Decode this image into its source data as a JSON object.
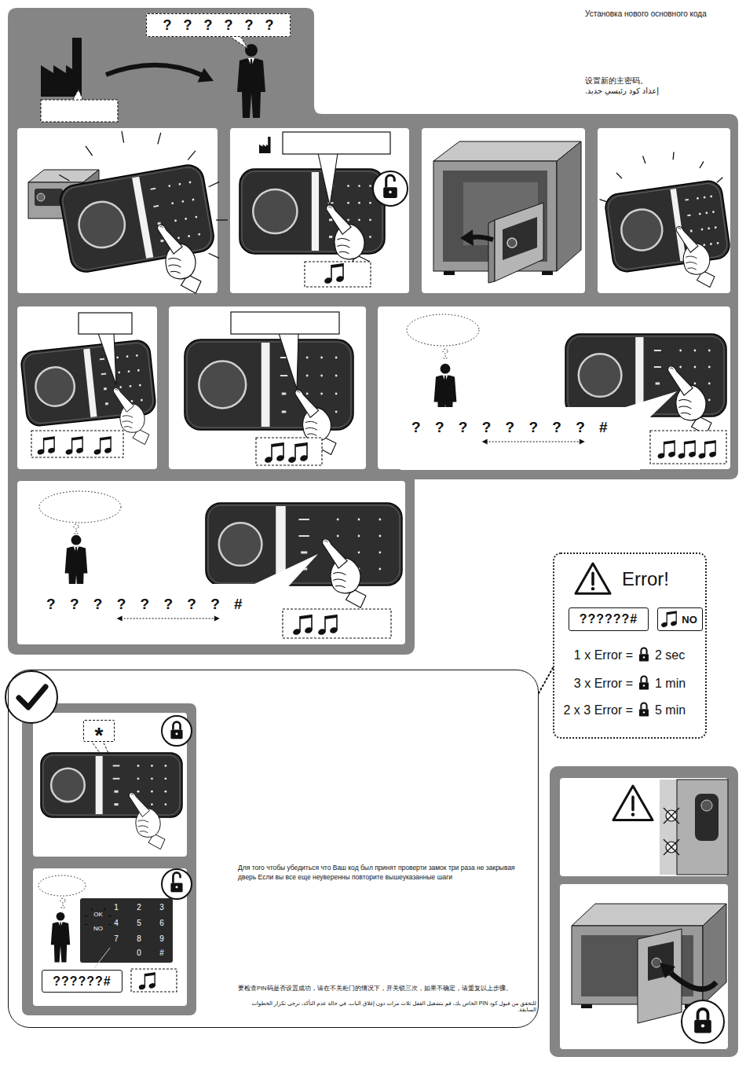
{
  "diagram": {
    "title": "Установка нового основного кода",
    "nodes": [
      {
        "text": [
          "? ? ? ? ? ?"
        ]
      },
      {
        "text": [
          "? ? ? ? ? ? ? ? #"
        ]
      },
      {
        "text": [
          "? ? ? ? ? ? ? ? #"
        ]
      },
      {
        "text": [
          "Error!",
          "1 x Error =",
          "2 sec",
          "3 x Error =",
          "1 min",
          "2 x 3 Error =",
          "5 min"
        ]
      },
      {
        "text": [
          "??????#"
        ],
        "in": 3
      },
      {
        "text": [
          "NO"
        ],
        "in": 3
      },
      {
        "text": [
          "Для того чтобы убедиться что Ваш код был принят проверти замок три раза не закрывая дверь Если вы все еще неуверенны повторите вышеуказанные шаги",
          "要检查PIN码是否设置成功，请在不关柜门的情况下，开关锁三次，如果不确定，请重复以上步骤。",
          "للتحقق من قبول كود PIN الخاص بك، قم بتشغيل القفل ثلاث مرات دون إغلاق الباب. في حالة عدم التأكد، ترجى تكرار الخطوات السابقة."
        ]
      },
      {
        "text": [
          "*"
        ],
        "in": 6
      },
      {
        "text": [
          "??????#"
        ],
        "in": 6
      }
    ],
    "edges": [
      {
        "from": 3,
        "to": 6,
        "arrow": "none"
      }
    ],
    "labels": [
      "设置新的主密码。",
      "إعداد كود رئيسي جديد.",
      "1",
      "2",
      "3",
      "OK",
      "4",
      "5",
      "6",
      "NO",
      "7",
      "8",
      "9",
      "0",
      "#"
    ]
  }
}
